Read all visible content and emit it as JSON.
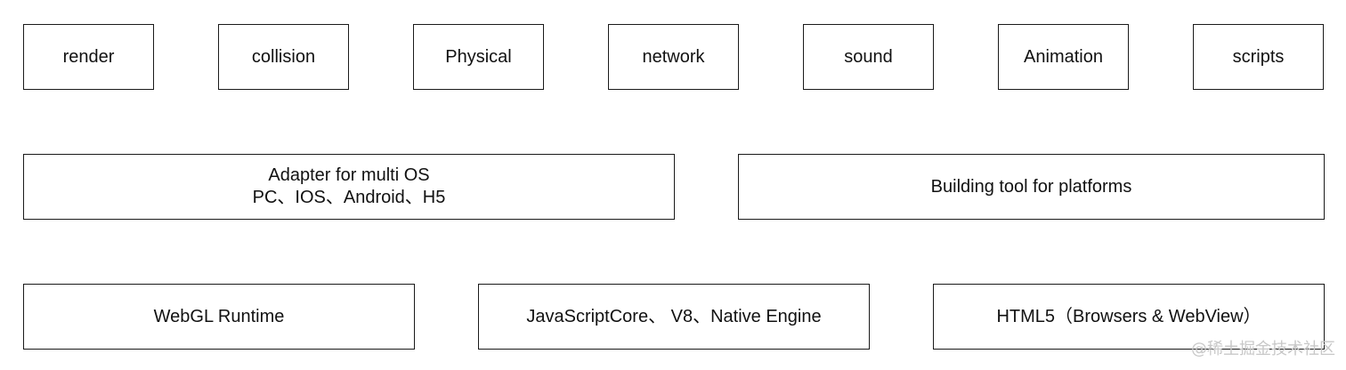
{
  "modules": [
    {
      "label": "render"
    },
    {
      "label": "collision"
    },
    {
      "label": "Physical"
    },
    {
      "label": "network"
    },
    {
      "label": "sound"
    },
    {
      "label": "Animation"
    },
    {
      "label": "scripts"
    }
  ],
  "adapter": {
    "line1": "Adapter for multi OS",
    "line2": "PC、IOS、Android、H5"
  },
  "building_tool": {
    "label": "Building tool for platforms"
  },
  "runtimes": [
    {
      "label": "WebGL Runtime"
    },
    {
      "label": "JavaScriptCore、 V8、Native Engine"
    },
    {
      "label": "HTML5（Browsers & WebView）"
    }
  ],
  "watermark": "@稀土掘金技术社区"
}
